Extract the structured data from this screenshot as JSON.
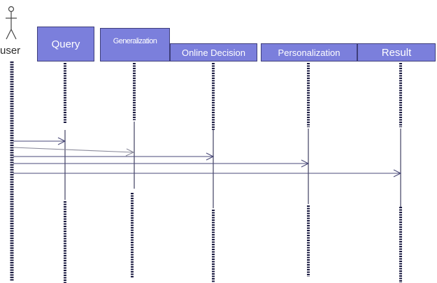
{
  "actor": {
    "label": "user"
  },
  "participants": [
    {
      "key": "query",
      "label": "Query"
    },
    {
      "key": "generalization",
      "label": "Generalization"
    },
    {
      "key": "online_decision",
      "label": "Online Decision"
    },
    {
      "key": "personalization",
      "label": "Personalization"
    },
    {
      "key": "result",
      "label": "Result"
    }
  ],
  "colors": {
    "participant_fill": "#7b7fdc",
    "participant_border": "#3e3e7a",
    "lifeline": "#1a1a40",
    "message": "#4a4a78"
  }
}
